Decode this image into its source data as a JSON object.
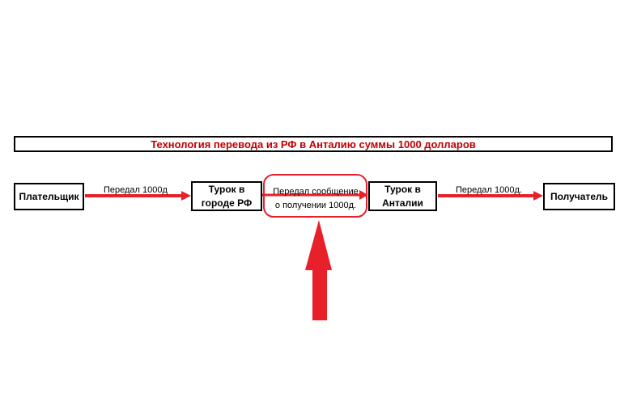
{
  "title": "Технология перевода из РФ в Анталию суммы 1000 долларов",
  "nodes": {
    "payer": "Плательщик",
    "turk_rf_line1": "Турок в",
    "turk_rf_line2": "городе РФ",
    "turk_antalya_line1": "Турок в",
    "turk_antalya_line2": "Анталии",
    "recipient": "Получатель"
  },
  "edges": {
    "payer_to_turk_rf": "Передал 1000д",
    "message_line1": "Передал сообщение",
    "message_line2": "о получении 1000д.",
    "turk_antalya_to_recipient": "Передал 1000д."
  },
  "colors": {
    "accent": "#e8202a",
    "title_text": "#c00000"
  }
}
